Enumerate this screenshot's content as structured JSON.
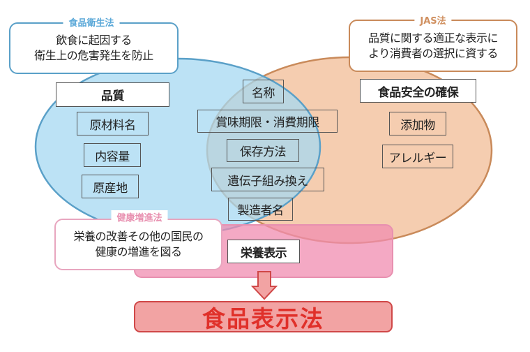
{
  "laws": {
    "food_sanitation": {
      "name": "食品衛生法",
      "purpose_line1": "飲食に起因する",
      "purpose_line2": "衛生上の危害発生を防止",
      "color": "#5aa8d8"
    },
    "jas": {
      "name": "JAS法",
      "purpose_line1": "品質に関する適正な表示に",
      "purpose_line2": "より消費者の選択に資する",
      "color": "#d09060"
    },
    "health_promotion": {
      "name": "健康増進法",
      "purpose_line1": "栄養の改善その他の国民の",
      "purpose_line2": "健康の増進を図る",
      "color": "#e890b0"
    }
  },
  "left_group": {
    "heading": "品質",
    "items": [
      "原材料名",
      "内容量",
      "原産地"
    ]
  },
  "overlap_group": {
    "items": [
      "名称",
      "賞味期限・消費期限",
      "保存方法",
      "遺伝子組み換え",
      "製造者名"
    ]
  },
  "right_group": {
    "heading": "食品安全の確保",
    "items": [
      "添加物",
      "アレルギー"
    ]
  },
  "nutrition": {
    "heading": "栄養表示"
  },
  "result": {
    "label": "食品表示法",
    "color": "#e0302a"
  }
}
